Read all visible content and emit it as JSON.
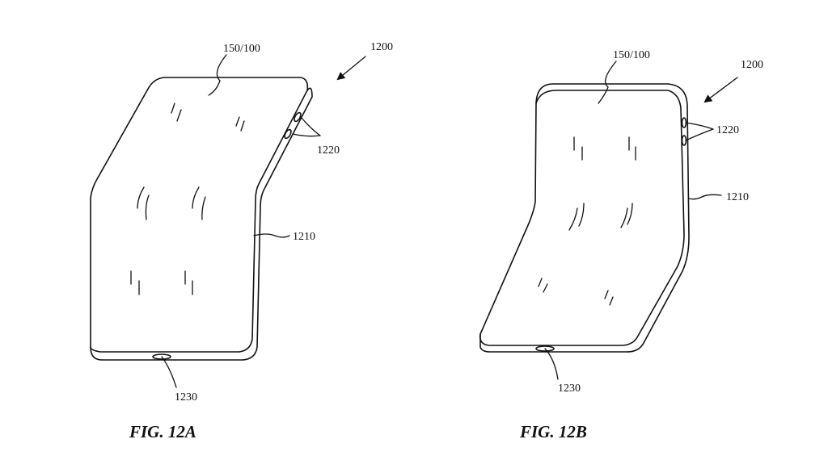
{
  "figures": [
    {
      "caption": "FIG. 12A",
      "labels": {
        "display": "150/100",
        "device": "1200",
        "buttons": "1220",
        "housing": "1210",
        "port": "1230"
      },
      "state": "top portion bent backward"
    },
    {
      "caption": "FIG. 12B",
      "labels": {
        "display": "150/100",
        "device": "1200",
        "buttons": "1220",
        "housing": "1210",
        "port": "1230"
      },
      "state": "bottom portion bent forward"
    }
  ]
}
